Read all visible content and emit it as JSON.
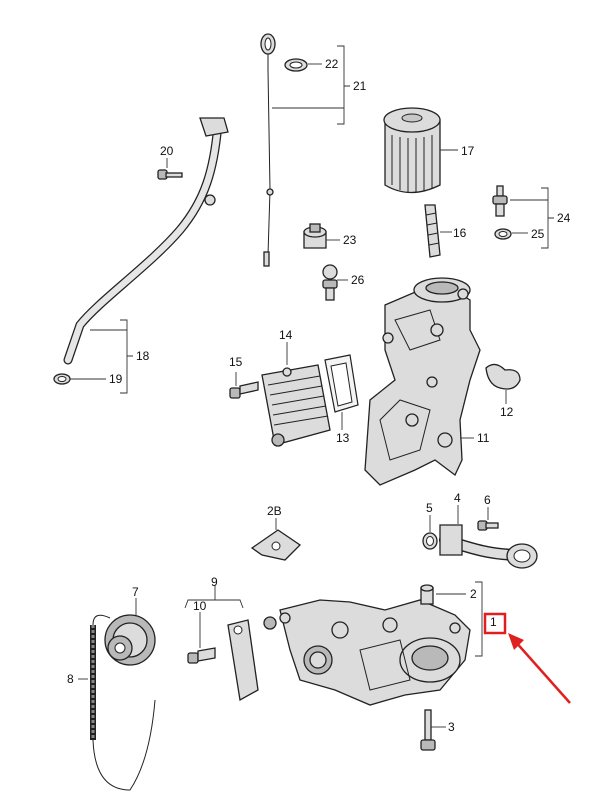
{
  "callouts": {
    "p1": "1",
    "p2": "2",
    "p3": "3",
    "p4": "4",
    "p5": "5",
    "p6": "6",
    "p7": "7",
    "p8": "8",
    "p9": "9",
    "p10": "10",
    "p11": "11",
    "p12": "12",
    "p13": "13",
    "p14": "14",
    "p15": "15",
    "p16": "16",
    "p17": "17",
    "p18": "18",
    "p19": "19",
    "p20": "20",
    "p21": "21",
    "p22": "22",
    "p23": "23",
    "p24": "24",
    "p25": "25",
    "p26": "26",
    "p2b": "2B"
  },
  "highlight": {
    "target": "1",
    "color": "#e02020"
  }
}
